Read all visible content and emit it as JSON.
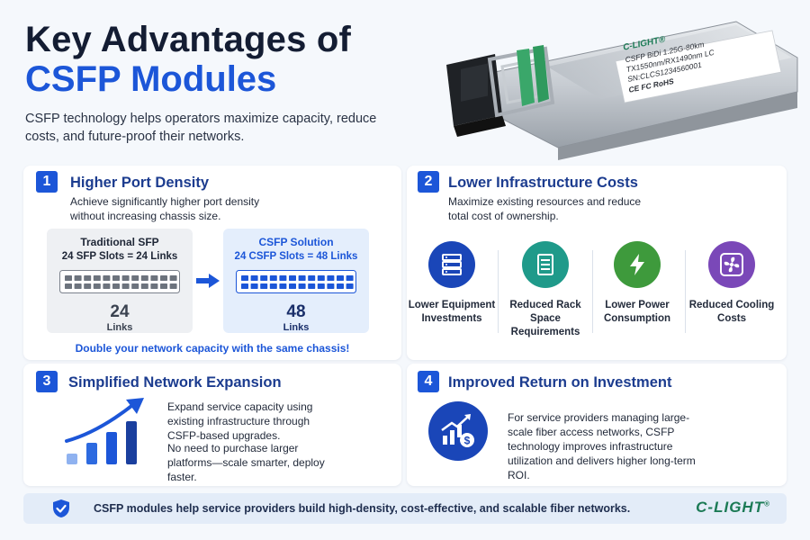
{
  "header": {
    "title_line1": "Key Advantages of",
    "title_line2": "CSFP Modules",
    "subtitle": "CSFP technology helps operators maximize capacity, reduce costs, and future-proof their networks."
  },
  "product": {
    "brand": "C-LIGHT®",
    "line1": "CSFP BiDi 1.25G-80km",
    "line2": "TX1550nm/RX1490nm LC",
    "line3": "SN:CLCS1234560001",
    "marks": "CE  FC  RoHS"
  },
  "cards": [
    {
      "number": "1",
      "title": "Higher Port Density",
      "description": "Achieve significantly higher port density without increasing chassis size.",
      "traditional": {
        "name": "Traditional SFP",
        "slots": "24 SFP Slots = 24 Links",
        "count": "24",
        "unit": "Links"
      },
      "csfp": {
        "name": "CSFP Solution",
        "slots": "24 CSFP Slots = 48 Links",
        "count": "48",
        "unit": "Links"
      },
      "note": "Double your network capacity with the same chassis!"
    },
    {
      "number": "2",
      "title": "Lower Infrastructure Costs",
      "description": "Maximize existing resources and reduce total cost of ownership.",
      "benefits": [
        {
          "label": "Lower Equipment Investments",
          "icon": "server-icon",
          "color": "#1a46b8"
        },
        {
          "label": "Reduced Rack Space Requirements",
          "icon": "rack-icon",
          "color": "#1f9a8a"
        },
        {
          "label": "Lower Power Consumption",
          "icon": "lightning-icon",
          "color": "#3e9a3c"
        },
        {
          "label": "Reduced Cooling Costs",
          "icon": "fan-icon",
          "color": "#7a48b8"
        }
      ]
    },
    {
      "number": "3",
      "title": "Simplified Network Expansion",
      "p1": "Expand service capacity using existing infrastructure through CSFP-based upgrades.",
      "p2": "No need to purchase larger platforms—scale smarter, deploy faster."
    },
    {
      "number": "4",
      "title": "Improved Return on Investment",
      "p1": "For service providers managing large-scale fiber access networks, CSFP technology improves infrastructure utilization and delivers higher long-term ROI."
    }
  ],
  "footer": {
    "text": "CSFP modules help service providers build high-density, cost-effective, and scalable fiber networks.",
    "logo": "C-LIGHT",
    "logo_mark": "®"
  },
  "colors": {
    "primary_blue": "#1c56d8",
    "title_dark": "#141d33",
    "brand_green": "#1b7a55"
  }
}
